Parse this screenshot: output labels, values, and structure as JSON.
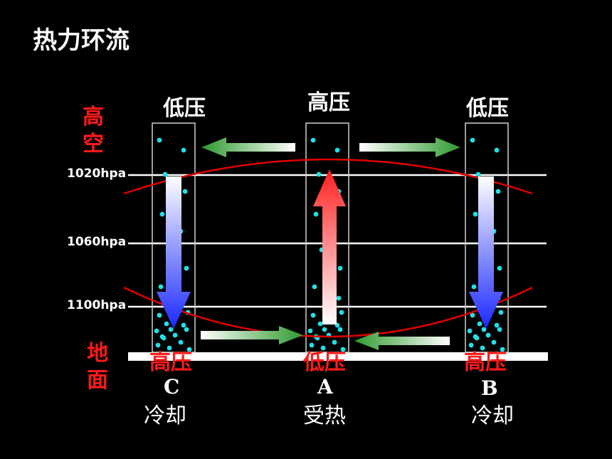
{
  "title": "热力环流",
  "upper_labels": {
    "left": "低压",
    "center": "高压",
    "right": "低压"
  },
  "side_labels": {
    "upper": "高空",
    "ground": "地面"
  },
  "isobars": [
    "1020hpa",
    "1060hpa",
    "1100hpa"
  ],
  "ground_labels": {
    "left": "高压",
    "center": "低压",
    "right": "高压"
  },
  "columns": {
    "left": {
      "letter": "C",
      "state": "冷却"
    },
    "center": {
      "letter": "A",
      "state": "受热"
    },
    "right": {
      "letter": "B",
      "state": "冷却"
    }
  },
  "colors": {
    "isobar_curve": "#e00000",
    "label_red": "#ff1a1a",
    "particle": "#22e0e8",
    "arrow_up": "#ff3030",
    "arrow_down": "#2030ff",
    "arrow_side": "#3aa83a"
  }
}
